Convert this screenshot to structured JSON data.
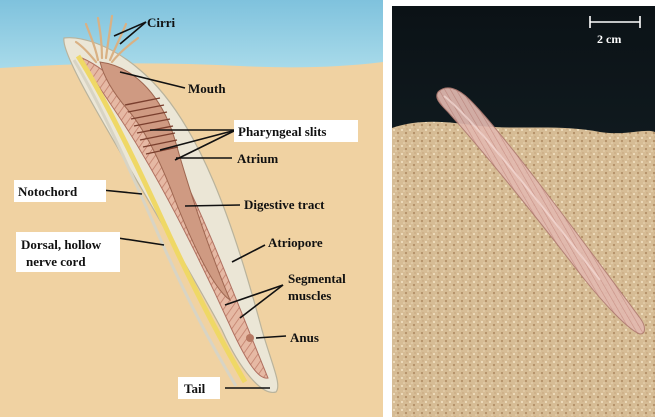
{
  "diagram": {
    "labels": {
      "cirri": "Cirri",
      "mouth": "Mouth",
      "pharyngeal_slits": "Pharyngeal slits",
      "atrium": "Atrium",
      "notochord": "Notochord",
      "digestive_tract": "Digestive tract",
      "dorsal_nerve_cord_line1": "Dorsal, hollow",
      "dorsal_nerve_cord_line2": "nerve cord",
      "atriopore": "Atriopore",
      "segmental_muscles_line1": "Segmental",
      "segmental_muscles_line2": "muscles",
      "anus": "Anus",
      "tail": "Tail"
    }
  },
  "photo": {
    "scale_bar_label": "2 cm"
  },
  "colors": {
    "water": "#9fd3e6",
    "sand": "#f0d2a2",
    "body_outline": "#e8e3d2",
    "body_fill": "#d9a68c",
    "notochord": "#f2e27a",
    "photo_background": "#0d1a1f",
    "photo_sand": "#d8bf99"
  }
}
